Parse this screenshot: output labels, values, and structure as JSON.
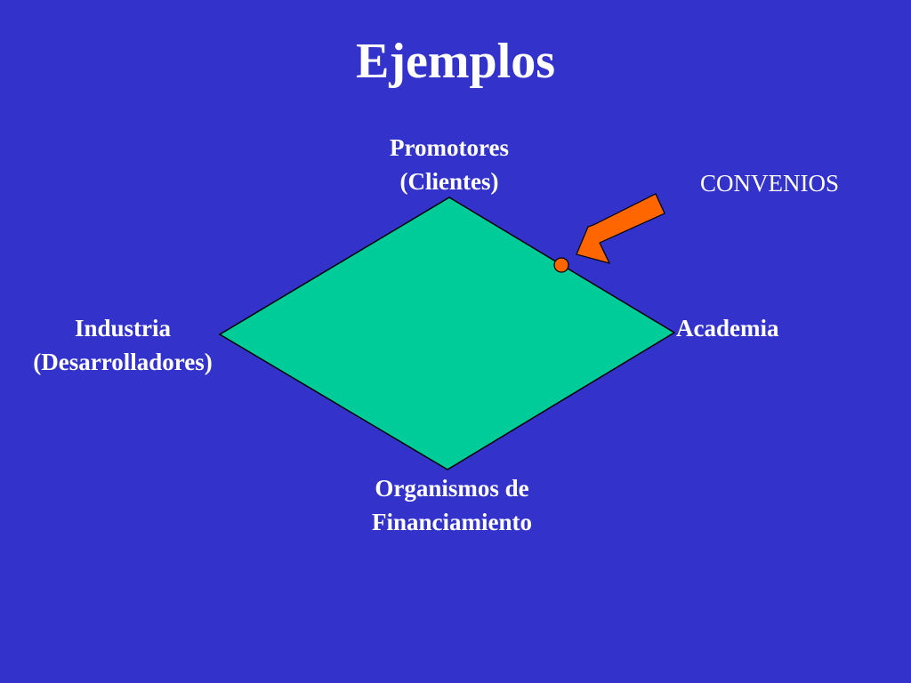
{
  "slide": {
    "title": "Ejemplos",
    "background_color": "#3333CC",
    "text_color": "#FFFFFF"
  },
  "diagram": {
    "fill_color": "#00CC99",
    "stroke_color": "#000000",
    "marker_color": "#FF6600",
    "nodes": {
      "top": {
        "line1": "Promotores",
        "line2": "(Clientes)"
      },
      "left": {
        "line1": "Industria",
        "line2": "(Desarrolladores)"
      },
      "right": {
        "line1": "Academia"
      },
      "bottom": {
        "line1": "Organismos de",
        "line2": "Financiamiento"
      }
    },
    "callout": {
      "label": "CONVENIOS",
      "icon": "arrow-icon"
    }
  }
}
